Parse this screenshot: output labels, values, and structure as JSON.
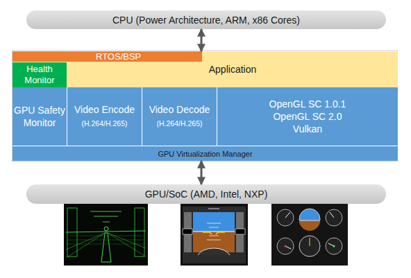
{
  "diagram": {
    "nodes": [
      {
        "text": [
          "CPU (Power Architecture, ARM, x86 Cores)"
        ]
      },
      {
        "text": [
          "RTOS/BSP"
        ]
      },
      {
        "text": [
          "Health Monitor"
        ]
      },
      {
        "text": [
          "Application"
        ]
      },
      {
        "text": [
          "GPU Safety Monitor"
        ]
      },
      {
        "text": [
          "Video Encode",
          "(H.264/H.265)"
        ]
      },
      {
        "text": [
          "Video Decode",
          "(H.264/H.265)"
        ]
      },
      {
        "text": [
          "OpenGL SC 1.0.1",
          "OpenGL SC 2.0",
          "Vulkan"
        ]
      },
      {
        "text": [
          "GPU Virtualization Manager"
        ]
      },
      {
        "text": [
          "GPU/SoC (AMD, Intel, NXP)"
        ]
      }
    ],
    "edges": [
      {
        "from": 0,
        "to": 3,
        "arrow": "both"
      },
      {
        "from": 8,
        "to": 9,
        "arrow": "both"
      }
    ]
  }
}
